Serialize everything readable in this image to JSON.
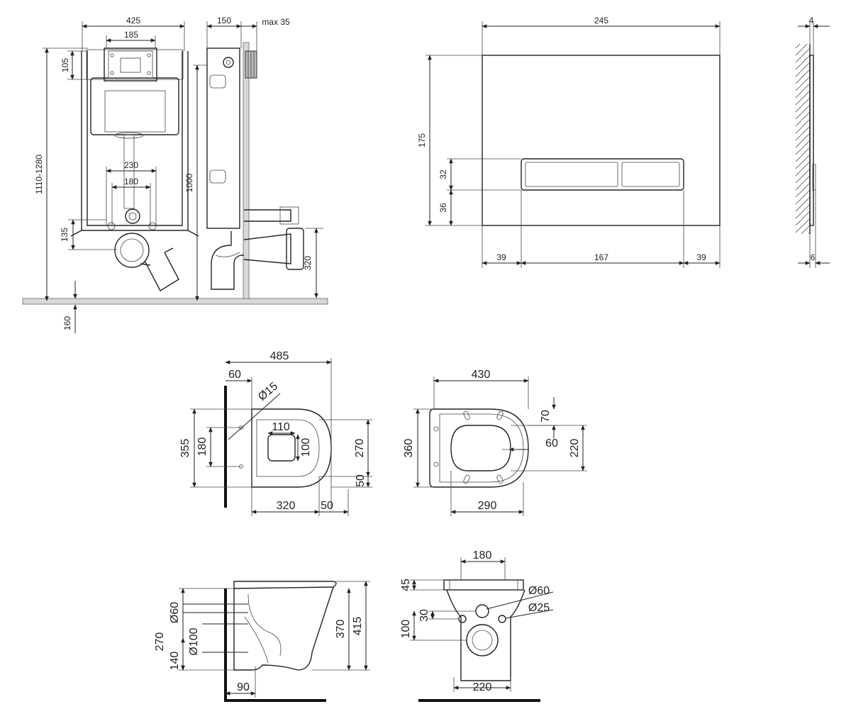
{
  "frame_front": {
    "width": "425",
    "top_width": "185",
    "top_height": "105",
    "bracket_outer": "230",
    "bracket_inner": "180",
    "outlet_height": "135",
    "total_height": "1110-1280",
    "floor_offset": "160"
  },
  "frame_side": {
    "depth": "150",
    "max_depth": "max 35",
    "height": "1000",
    "outlet_height": "320"
  },
  "flush_plate": {
    "width": "245",
    "height": "175",
    "button_height": "32",
    "bottom_offset": "36",
    "left_margin": "39",
    "button_width": "167",
    "right_margin": "39",
    "thickness_top": "4",
    "thickness_bottom": "6"
  },
  "bowl_top": {
    "length": "485",
    "rear": "60",
    "hole_diameter": "Ø15",
    "width": "355",
    "hole_spacing": "180",
    "opening_length": "110",
    "opening_width": "100",
    "inner_width": "270",
    "front_offset": "50",
    "depth": "320",
    "front": "50"
  },
  "seat_top": {
    "length": "430",
    "width": "360",
    "hinge_offset": "70",
    "center_offset": "60",
    "inner_width": "220",
    "depth": "290"
  },
  "bowl_side": {
    "inlet_diameter": "Ø60",
    "height": "270",
    "outlet_diameter": "Ø100",
    "outlet_height": "140",
    "height_inner": "370",
    "height_total": "415",
    "front": "90"
  },
  "bowl_rear": {
    "width_top": "180",
    "top_height": "45",
    "inlet_diameter": "Ø60",
    "bolt_spacing": "30",
    "bolt_diameter": "Ø25",
    "outlet_offset": "100",
    "width_bottom": "220"
  }
}
